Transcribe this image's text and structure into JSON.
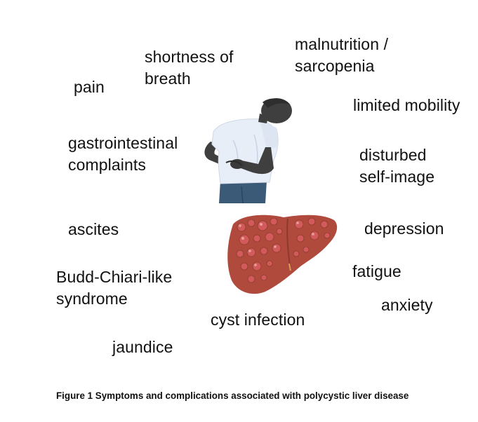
{
  "labels": {
    "shortness_of_breath": "shortness of\nbreath",
    "malnutrition": "malnutrition /\nsarcopenia",
    "pain": "pain",
    "limited_mobility": "limited mobility",
    "gastrointestinal": "gastrointestinal\ncomplaints",
    "disturbed_self_image": "disturbed\nself-image",
    "ascites": "ascites",
    "depression": "depression",
    "budd_chiari": "Budd-Chiari-like\nsyndrome",
    "fatigue": "fatigue",
    "anxiety": "anxiety",
    "cyst_infection": "cyst infection",
    "jaundice": "jaundice"
  },
  "caption": "Figure 1 Symptoms and complications associated with polycystic liver disease",
  "illustrations": {
    "person_icon": "person-holding-abdomen-icon",
    "liver_icon": "polycystic-liver-icon"
  },
  "colors": {
    "skin": "#3f3f3f",
    "shirt": "#e8eef8",
    "jeans": "#3a5a78",
    "liver": "#b04a3c",
    "cyst": "#d35a5a"
  }
}
